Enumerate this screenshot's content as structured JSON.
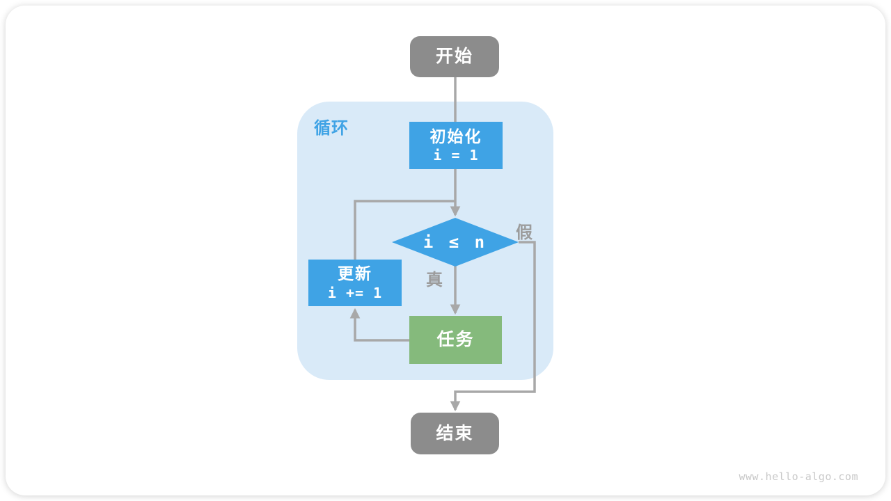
{
  "page": {
    "watermark": "www.hello-algo.com"
  },
  "diagram": {
    "type": "flowchart",
    "loop_label": "循环",
    "nodes": {
      "start": {
        "label": "开始",
        "shape": "rounded-terminal"
      },
      "init": {
        "label": "初始化",
        "code": "i = 1",
        "shape": "process"
      },
      "condition": {
        "label": "i ≤ n",
        "shape": "decision"
      },
      "update": {
        "label": "更新",
        "code": "i += 1",
        "shape": "process"
      },
      "task": {
        "label": "任务",
        "shape": "process"
      },
      "end": {
        "label": "结束",
        "shape": "rounded-terminal"
      }
    },
    "edge_labels": {
      "true_branch": "真",
      "false_branch": "假"
    },
    "edges": [
      "start -> init",
      "init -> condition",
      "condition -true-> task",
      "condition -false-> end",
      "task -> update",
      "update -> condition"
    ],
    "colors": {
      "process_blue": "#3FA3E5",
      "task_green": "#85BA7C",
      "terminal_gray": "#8C8C8C",
      "loop_background": "#D9EAF8",
      "connector_gray": "#A8A8A8",
      "edge_label_gray": "#9C9C9C",
      "watermark_gray": "#C8C8C8"
    }
  }
}
